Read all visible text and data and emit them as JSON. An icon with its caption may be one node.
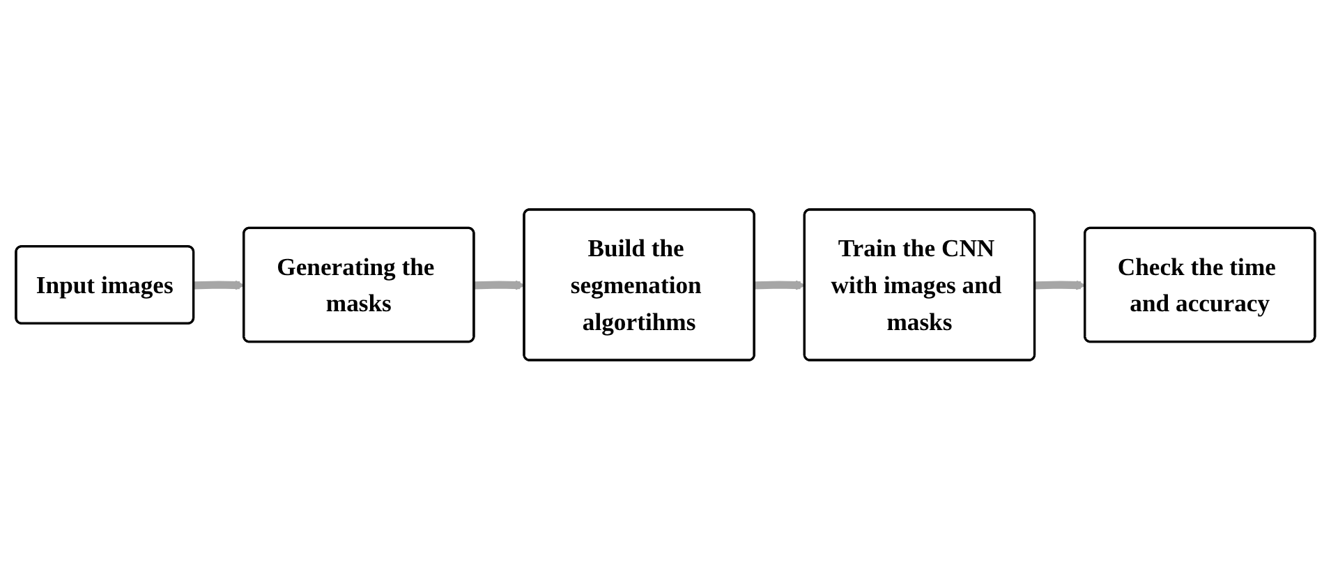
{
  "diagram": {
    "nodes": [
      {
        "text": [
          "Input images"
        ]
      },
      {
        "text": [
          "Generating the masks"
        ]
      },
      {
        "text": [
          "Build the segmenation algortihms"
        ]
      },
      {
        "text": [
          "Train the CNN with images and masks"
        ]
      },
      {
        "text": [
          "Check the time and accuracy"
        ]
      }
    ],
    "edges": [
      {
        "from": 0,
        "to": 1,
        "arrow": "to"
      },
      {
        "from": 1,
        "to": 2,
        "arrow": "to"
      },
      {
        "from": 2,
        "to": 3,
        "arrow": "to"
      },
      {
        "from": 3,
        "to": 4,
        "arrow": "to"
      }
    ]
  }
}
